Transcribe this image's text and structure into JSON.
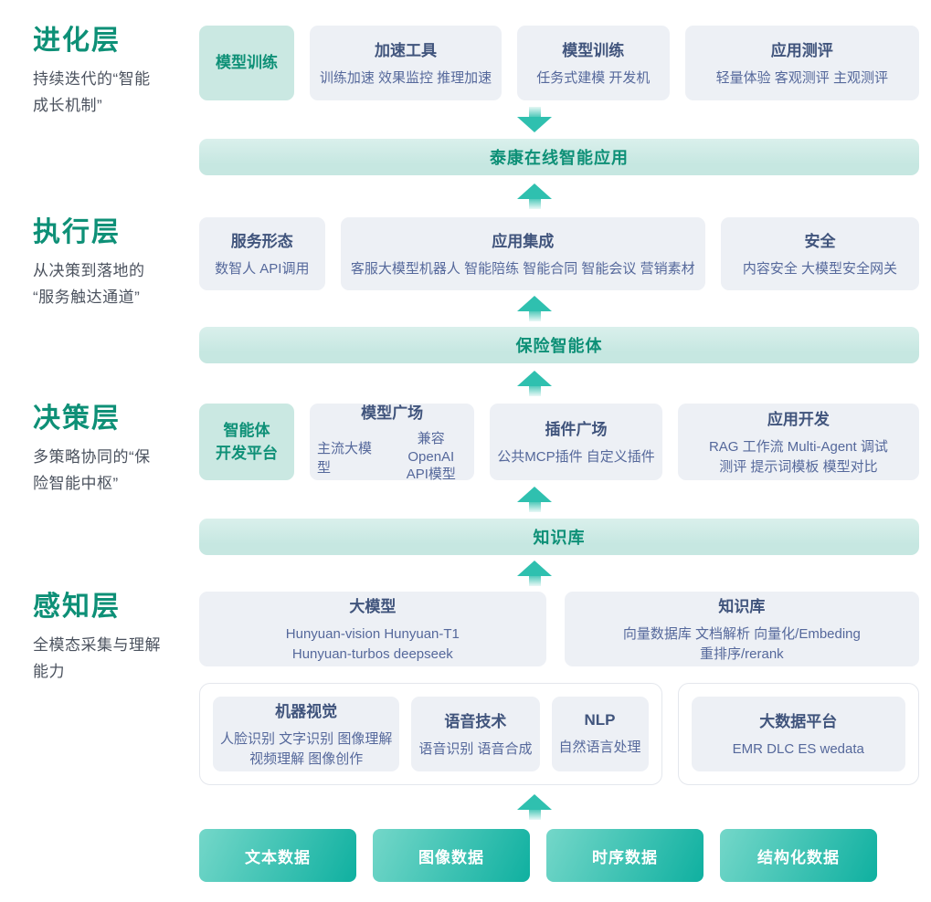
{
  "colors": {
    "accent_green": "#0e9077",
    "highlight_box_bg": "#cae8e2",
    "gray_box_bg": "#edf0f5",
    "box_title_text": "#40547c",
    "box_sub_text": "#55689b",
    "banner_bg": "#c6e7e1",
    "arrow_teal": "#2fc0af",
    "data_button_teal": "#0fb0a0"
  },
  "evolution_layer": {
    "title": "进化层",
    "subtitle_line1": "持续迭代的“智能",
    "subtitle_line2": "成长机制”",
    "highlight_box": "模型训练",
    "box1": {
      "title": "加速工具",
      "sub": "训练加速 效果监控 推理加速"
    },
    "box2": {
      "title": "模型训练",
      "sub": "任务式建模 开发机"
    },
    "box3": {
      "title": "应用测评",
      "sub": "轻量体验 客观测评 主观测评"
    }
  },
  "banner_app": "泰康在线智能应用",
  "execution_layer": {
    "title": "执行层",
    "subtitle_line1": "从决策到落地的",
    "subtitle_line2": "“服务触达通道”",
    "box1": {
      "title": "服务形态",
      "sub": "数智人 API调用"
    },
    "box2": {
      "title": "应用集成",
      "sub": "客服大模型机器人 智能陪练 智能合同 智能会议 营销素材"
    },
    "box3": {
      "title": "安全",
      "sub": "内容安全 大模型安全网关"
    }
  },
  "banner_agent": "保险智能体",
  "decision_layer": {
    "title": "决策层",
    "subtitle_line1": "多策略协同的“保",
    "subtitle_line2": "险智能中枢”",
    "highlight_line1": "智能体",
    "highlight_line2": "开发平台",
    "box1": {
      "title": "模型广场",
      "sub1": "主流大模型",
      "sub2_line1": "兼容OpenAI",
      "sub2_line2": "API模型"
    },
    "box2": {
      "title": "插件广场",
      "sub": "公共MCP插件 自定义插件"
    },
    "box3": {
      "title": "应用开发",
      "sub_line1": "RAG 工作流 Multi-Agent 调试",
      "sub_line2": "测评 提示词模板 模型对比"
    }
  },
  "banner_knowledge": "知识库",
  "perception_layer": {
    "title": "感知层",
    "subtitle_line1": "全模态采集与理解",
    "subtitle_line2": "能力",
    "box_llm": {
      "title": "大模型",
      "sub_line1": "Hunyuan-vision Hunyuan-T1",
      "sub_line2": "Hunyuan-turbos deepseek"
    },
    "box_kb": {
      "title": "知识库",
      "sub_line1": "向量数据库 文档解析 向量化/Embeding",
      "sub_line2": "重排序/rerank"
    },
    "box_cv": {
      "title": "机器视觉",
      "sub_line1": "人脸识别 文字识别 图像理解",
      "sub_line2": "视频理解 图像创作"
    },
    "box_speech": {
      "title": "语音技术",
      "sub": "语音识别 语音合成"
    },
    "box_nlp": {
      "title": "NLP",
      "sub": "自然语言处理"
    },
    "box_bigdata": {
      "title": "大数据平台",
      "sub": "EMR DLC ES wedata"
    }
  },
  "data_sources": {
    "btn1": "文本数据",
    "btn2": "图像数据",
    "btn3": "时序数据",
    "btn4": "结构化数据"
  }
}
